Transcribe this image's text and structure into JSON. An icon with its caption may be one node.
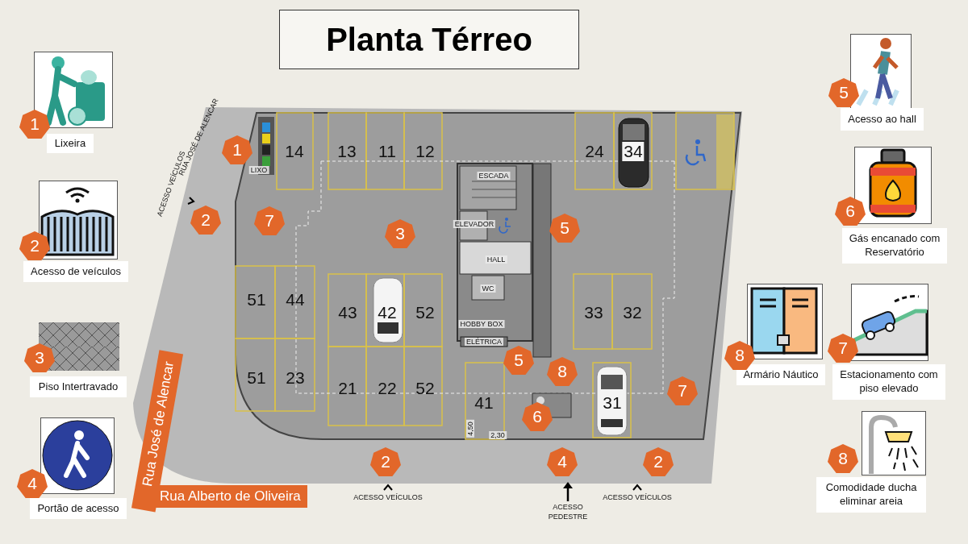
{
  "diagram": {
    "title": "Planta Térreo",
    "labels": [
      "1",
      "2",
      "3",
      "4",
      "5",
      "6",
      "8",
      "7",
      "8",
      "RUA JOSÉ DE ALENCAR",
      "ACESSO VEÍCULOS",
      "1",
      "LIXO",
      "14",
      "13",
      "11",
      "12",
      "ESCADA",
      "24",
      "34",
      "2",
      "7",
      "3",
      "ELEVADOR",
      "5",
      "HALL",
      "51",
      "44",
      "43",
      "42",
      "52",
      "WC",
      "33",
      "32",
      "HOBBY BOX",
      "ELÉTRICA",
      "5",
      "8",
      "51",
      "23",
      "21",
      "22",
      "52",
      "41",
      "31",
      "7",
      "6",
      "4,50",
      "2,30",
      "Rua José de Alencar",
      "2",
      "4",
      "2",
      "Rua  Alberto de Oliveira",
      "ACESSO VEÍCULOS",
      "ACESSO PEDESTRE",
      "ACESSO VEÍCULOS"
    ],
    "legend": [
      {
        "text": "Lixeira"
      },
      {
        "text": "Acesso de veículos"
      },
      {
        "text": "Piso Intertravado"
      },
      {
        "text": "Portão de acesso"
      },
      {
        "text": "Acesso ao hall"
      },
      {
        "text": "Gás encanado com Reservatório"
      },
      {
        "text": "Armário Náutico"
      },
      {
        "text": "Estacionamento com piso elevado"
      },
      {
        "text": "Comodidade ducha eliminar areia"
      }
    ]
  }
}
